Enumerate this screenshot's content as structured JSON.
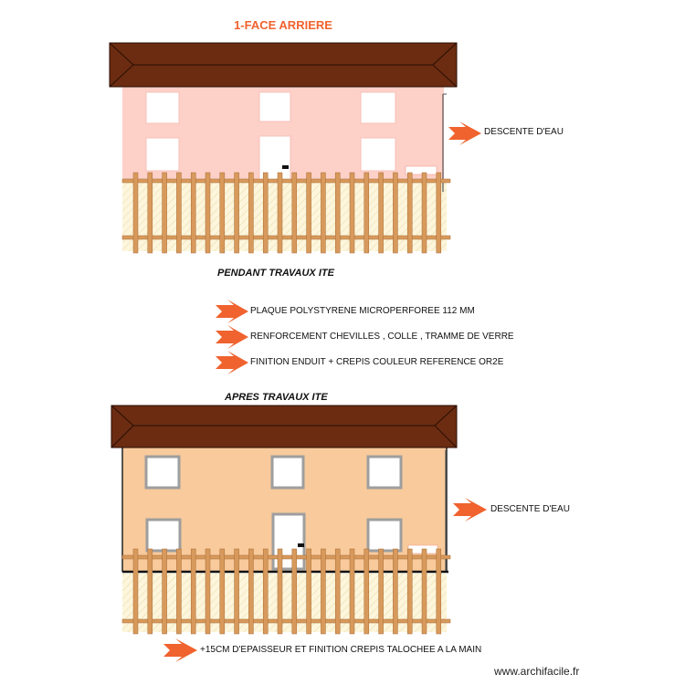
{
  "title": "1-FACE ARRIERE",
  "sections": {
    "during": "PENDANT TRAVAUX ITE",
    "after": "APRES TRAVAUX ITE"
  },
  "annotations": {
    "top_downpipe": "DESCENTE D'EAU",
    "bottom_downpipe": "DESCENTE D'EAU",
    "step1": "PLAQUE POLYSTYRENE MICROPERFOREE 112 MM",
    "step2": "RENFORCEMENT CHEVILLES , COLLE , TRAMME DE VERRE",
    "step3": "FINITION ENDUIT + CREPIS COULEUR REFERENCE OR2E",
    "bottom_note": "+15CM D'EPAISSEUR ET FINITION CREPIS TALOCHEE A LA MAIN"
  },
  "credit": "www.archifacile.fr",
  "colors": {
    "title": "#f0622e",
    "arrow": "#f0622e",
    "roof": "#6b2c12",
    "wall_before": "#fdd0c8",
    "wall_after": "#f8ca9c",
    "fence": "#d79a5c",
    "ground": "#fdf6dc"
  }
}
